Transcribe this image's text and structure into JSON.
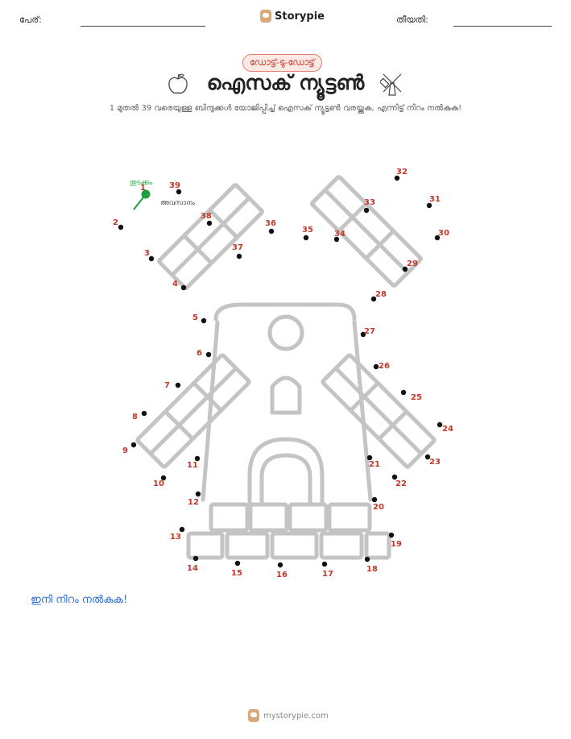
{
  "header": {
    "name_label": "പേര്:",
    "date_label": "തീയതി:",
    "brand": "Storypie"
  },
  "badge": "ഡോട്ട്-ടു-ഡോട്ട്",
  "title": "ഐസക് ന്യൂട്ടൺ",
  "subtitle": "1 മുതൽ 39 വരെയുള്ള ബിന്ദുക്കൾ യോജിപ്പിച്ച് ഐസക് ന്യൂട്ടൺ വരയ്ക്കുക, എന്നിട്ട് നിറം നൽകുക!",
  "puzzle": {
    "start_label": "തുടക്കം",
    "end_label": "അവസാനം",
    "dots": [
      "1",
      "2",
      "3",
      "4",
      "5",
      "6",
      "7",
      "8",
      "9",
      "10",
      "11",
      "12",
      "13",
      "14",
      "15",
      "16",
      "17",
      "18",
      "19",
      "20",
      "21",
      "22",
      "23",
      "24",
      "25",
      "26",
      "27",
      "28",
      "29",
      "30",
      "31",
      "32",
      "33",
      "34",
      "35",
      "36",
      "37",
      "38",
      "39"
    ],
    "dot_color": "#111111",
    "number_color": "#c0392b",
    "start_color": "#1e9e3e"
  },
  "title_icons": [
    "apple-icon",
    "windmill-icon"
  ],
  "color_prompt": "ഇനി നിറം നൽകുക!",
  "footer": "mystorypie.com"
}
